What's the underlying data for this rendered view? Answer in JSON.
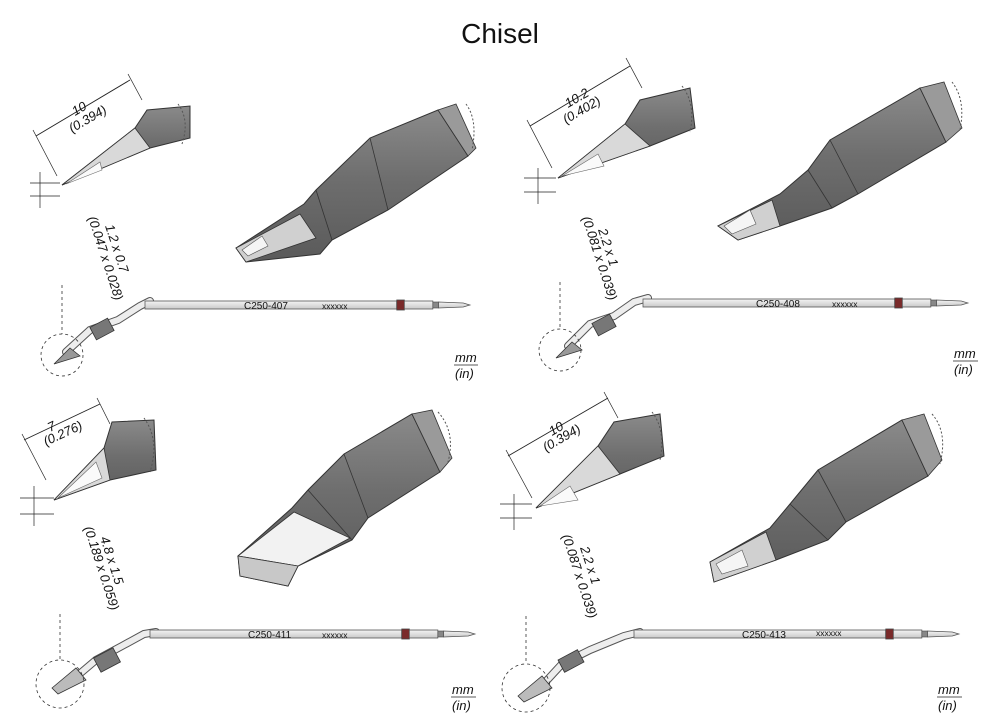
{
  "title": "Chisel",
  "panels": [
    {
      "part_number": "C250-407",
      "code": "xxxxxx",
      "length_mm": "10",
      "length_in": "(0.394)",
      "tip_mm": "1.2 x 0.7",
      "tip_in": "(0.047 x 0.028)",
      "unit_mm": "mm",
      "unit_in": "(in)"
    },
    {
      "part_number": "C250-408",
      "code": "xxxxxx",
      "length_mm": "10.2",
      "length_in": "(0.402)",
      "tip_mm": "2.2 x 1",
      "tip_in": "(0.081 x 0.039)",
      "unit_mm": "mm",
      "unit_in": "(in)"
    },
    {
      "part_number": "C250-411",
      "code": "xxxxxx",
      "length_mm": "7",
      "length_in": "(0.276)",
      "tip_mm": "4.8 x 1.5",
      "tip_in": "(0.189 x 0.059)",
      "unit_mm": "mm",
      "unit_in": "(in)"
    },
    {
      "part_number": "C250-413",
      "code": "xxxxxx",
      "length_mm": "10",
      "length_in": "(0.394)",
      "tip_mm": "2.2 x 1",
      "tip_in": "(0.087 x 0.039)",
      "unit_mm": "mm",
      "unit_in": "(in)"
    }
  ]
}
